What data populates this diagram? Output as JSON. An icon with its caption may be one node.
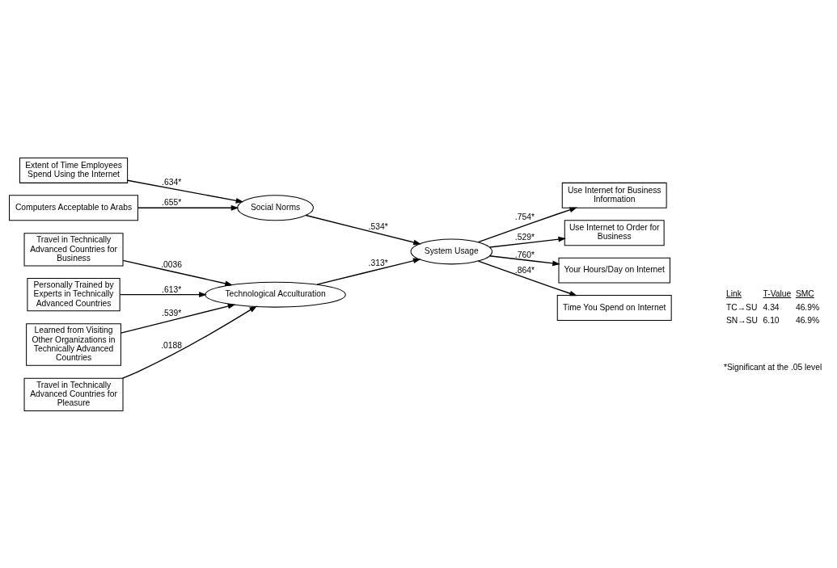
{
  "diagram": {
    "nodes": [
      {
        "text": [
          "Travel in Technically Advanced Countries for Business"
        ]
      },
      {
        "text": [
          "Travel in Technically Advanced Countries for Pleasure"
        ]
      },
      {
        "text": [
          "Technological Acculturation"
        ]
      },
      {
        "text": [
          "Personally Trained by Experts in Technically Advanced Countries"
        ]
      },
      {
        "text": [
          "Learned from Visiting Other Organizations in Technically Advanced Countries"
        ]
      },
      {
        "text": [
          "Use Internet for Business Information"
        ]
      },
      {
        "text": [
          "Use Internet to Order for Business"
        ]
      },
      {
        "text": [
          "System Usage"
        ]
      },
      {
        "text": [
          "Your Hours/Day on Internet"
        ]
      },
      {
        "text": [
          "Time You Spend on Internet"
        ]
      },
      {
        "text": [
          "Social Norms"
        ]
      },
      {
        "text": [
          "Extent of Time Employees Spend Using the Internet"
        ]
      },
      {
        "text": [
          "Computers Acceptable to Arabs"
        ]
      }
    ],
    "edges": [
      {
        "from": 0,
        "to": 2,
        "arrow": "to",
        "label": ".0036"
      },
      {
        "from": 1,
        "to": 2,
        "arrow": "to",
        "label": ".0188"
      },
      {
        "from": 3,
        "to": 2,
        "arrow": "to",
        "label": ".613*"
      },
      {
        "from": 4,
        "to": 2,
        "arrow": "to",
        "label": ".539*"
      },
      {
        "from": 2,
        "to": 7,
        "arrow": "to",
        "label": ".313*"
      },
      {
        "from": 7,
        "to": 5,
        "arrow": "to",
        "label": ".754*"
      },
      {
        "from": 7,
        "to": 6,
        "arrow": "to",
        "label": ".529*"
      },
      {
        "from": 7,
        "to": 8,
        "arrow": "to",
        "label": ".760*"
      },
      {
        "from": 7,
        "to": 9,
        "arrow": "to",
        "label": ".864*"
      },
      {
        "from": 10,
        "to": 7,
        "arrow": "to",
        "label": ".534*"
      },
      {
        "from": 11,
        "to": 10,
        "arrow": "to",
        "label": ".634*"
      },
      {
        "from": 12,
        "to": 10,
        "arrow": "to",
        "label": ".655*"
      }
    ],
    "labels": [
      "Link",
      "T-Value",
      "SMC",
      "TC→SU",
      "4.34",
      "46.9%",
      "SN→SU",
      "6.10",
      "46.9%",
      "*Significant at the .05 level"
    ]
  }
}
